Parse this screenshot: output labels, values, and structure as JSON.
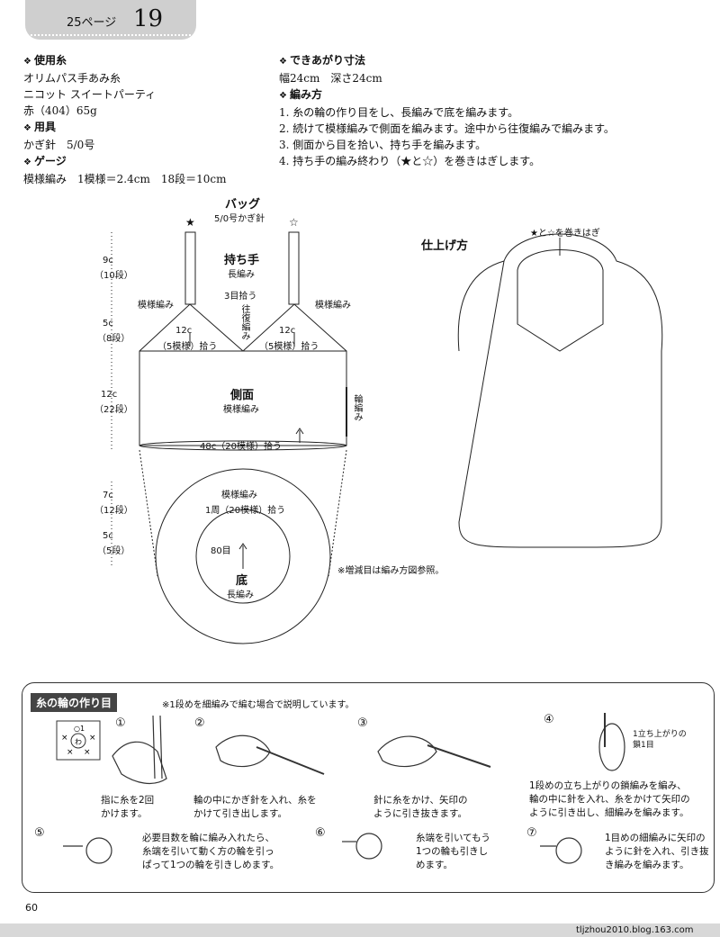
{
  "header": {
    "page_ref": "25ページ",
    "pattern_no": "19"
  },
  "materials": {
    "yarn_heading": "使用糸",
    "yarn_lines": [
      "オリムパス手あみ糸",
      "ニコット スイートパーティ",
      "赤（404）65g"
    ],
    "tools_heading": "用具",
    "tools_line": "かぎ針　5/0号",
    "gauge_heading": "ゲージ",
    "gauge_line": "模様編み　1模様＝2.4cm　18段＝10cm"
  },
  "finish": {
    "size_heading": "できあがり寸法",
    "size_line": "幅24cm　深さ24cm",
    "method_heading": "編み方",
    "steps": [
      "1. 糸の輪の作り目をし、長編みで底を編みます。",
      "2. 続けて模様編みで側面を編みます。途中から往復編みで編みます。",
      "3. 側面から目を拾い、持ち手を編みます。",
      "4. 持ち手の編み終わり（★と☆）を巻きはぎします。"
    ]
  },
  "diagram": {
    "title": "バッグ",
    "needle": "5/0号かぎ針",
    "star_black": "★",
    "star_white": "☆",
    "handle": "持ち手",
    "handle_stitch": "長編み",
    "pick3": "3目拾う",
    "pattern_l": "模様編み",
    "pattern_r": "模様編み",
    "back_forth": "往復編み",
    "pick12_l": "12c",
    "pick12_l2": "（5模様）拾う",
    "pick12_r": "12c",
    "pick12_r2": "（5模様）拾う",
    "side": "側面",
    "side_stitch": "模様編み",
    "ring": "輪編み",
    "pick48": "48c（20模様）拾う",
    "dim_9c": "9c",
    "dim_10": "（10段）",
    "dim_5c": "5c",
    "dim_8": "（8段）",
    "dim_12c": "12c",
    "dim_22": "（22段）",
    "dim_7c": "7c",
    "dim_12": "（12段）",
    "dim_5c2": "5c",
    "dim_5": "（5段）",
    "bottom_pattern": "模様編み",
    "bottom_pick": "1周（20模様）拾う",
    "bottom_80": "80目",
    "bottom": "底",
    "bottom_stitch": "長編み",
    "note": "※増減目は編み方図参照。"
  },
  "finishing": {
    "title": "仕上げ方",
    "note": "★と☆を巻きはぎ"
  },
  "howto": {
    "title": "糸の輪の作り目",
    "note": "※1段めを細編みで編む場合で説明しています。",
    "steps": [
      {
        "n": "①",
        "text": "指に糸を2回\nかけます。"
      },
      {
        "n": "②",
        "text": "輪の中にかぎ針を入れ、糸を\nかけて引き出します。"
      },
      {
        "n": "③",
        "text": "針に糸をかけ、矢印の\nように引き抜きます。"
      },
      {
        "n": "④",
        "text": "1段めの立ち上がりの鎖編みを編み、\n輪の中に針を入れ、糸をかけて矢印の\nように引き出し、細編みを編みます。",
        "side": "1立ち上がりの\n鎖1目"
      },
      {
        "n": "⑤",
        "text": "必要目数を輪に編み入れたら、\n糸端を引いて動く方の輪を引っ\nぱって1つの輪を引きしめます。"
      },
      {
        "n": "⑥",
        "text": "糸端を引いてもう\n1つの輪も引きし\nめます。"
      },
      {
        "n": "⑦",
        "text": "1目めの細編みに矢印の\nように針を入れ、引き抜\nき編みを編みます。"
      }
    ]
  },
  "footer": {
    "page": "60",
    "site": "tljzhou2010.blog.163.com"
  }
}
